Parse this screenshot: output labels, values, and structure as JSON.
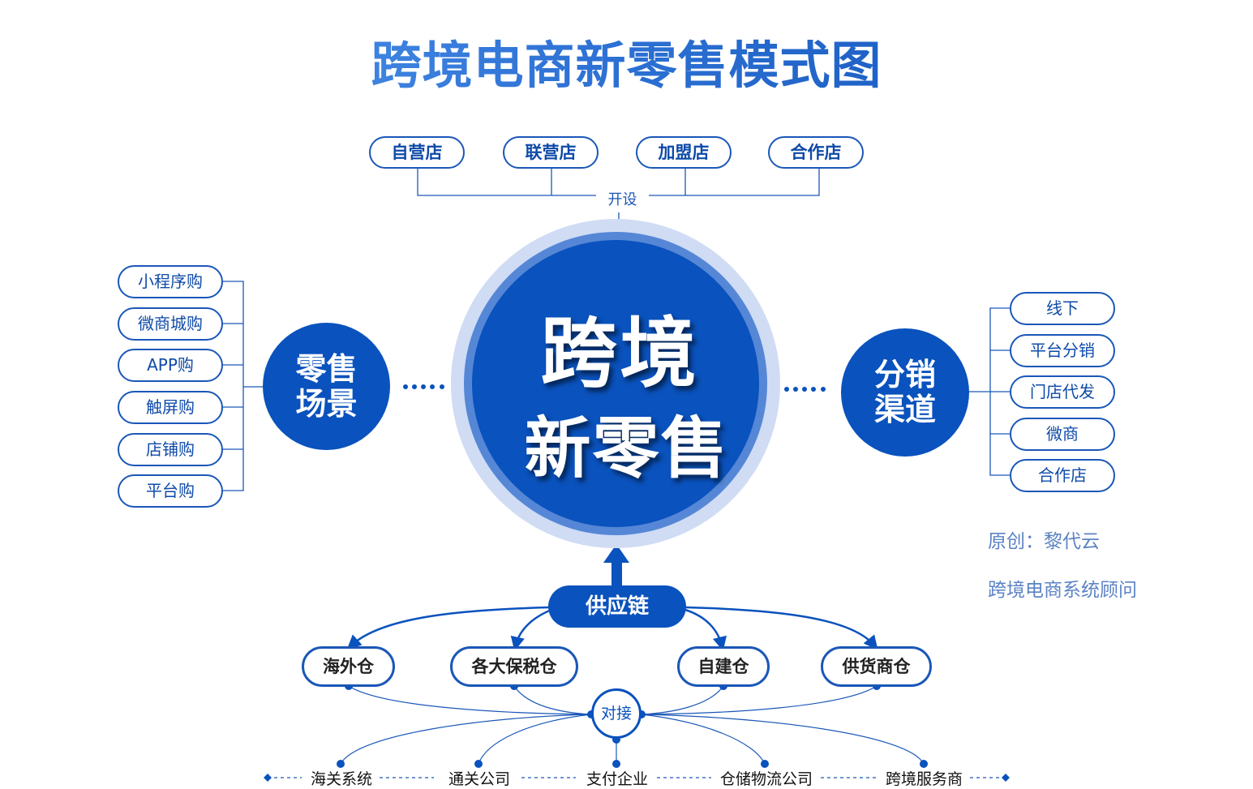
{
  "title": "跨境电商新零售模式图",
  "center": {
    "line1": "跨境",
    "line2": "新零售"
  },
  "open": {
    "label": "开设",
    "stores": [
      "自营店",
      "联营店",
      "加盟店",
      "合作店"
    ]
  },
  "retail": {
    "line1": "零售",
    "line2": "场景",
    "items": [
      "小程序购",
      "微商城购",
      "APP购",
      "触屏购",
      "店铺购",
      "平台购"
    ]
  },
  "distribution": {
    "line1": "分销",
    "line2": "渠道",
    "items": [
      "线下",
      "平台分销",
      "门店代发",
      "微商",
      "合作店"
    ]
  },
  "credit": {
    "line1": "原创：黎代云",
    "line2": "跨境电商系统顾问"
  },
  "supply": {
    "label": "供应链",
    "warehouses": [
      "海外仓",
      "各大保税仓",
      "自建仓",
      "供货商仓"
    ]
  },
  "dock": {
    "label": "对接",
    "partners": [
      "海关系统",
      "通关公司",
      "支付企业",
      "仓储物流公司",
      "跨境服务商"
    ]
  },
  "colors": {
    "primary": "#0a52bd",
    "ring": "#cfdcf4",
    "outline": "#1a57b8"
  }
}
